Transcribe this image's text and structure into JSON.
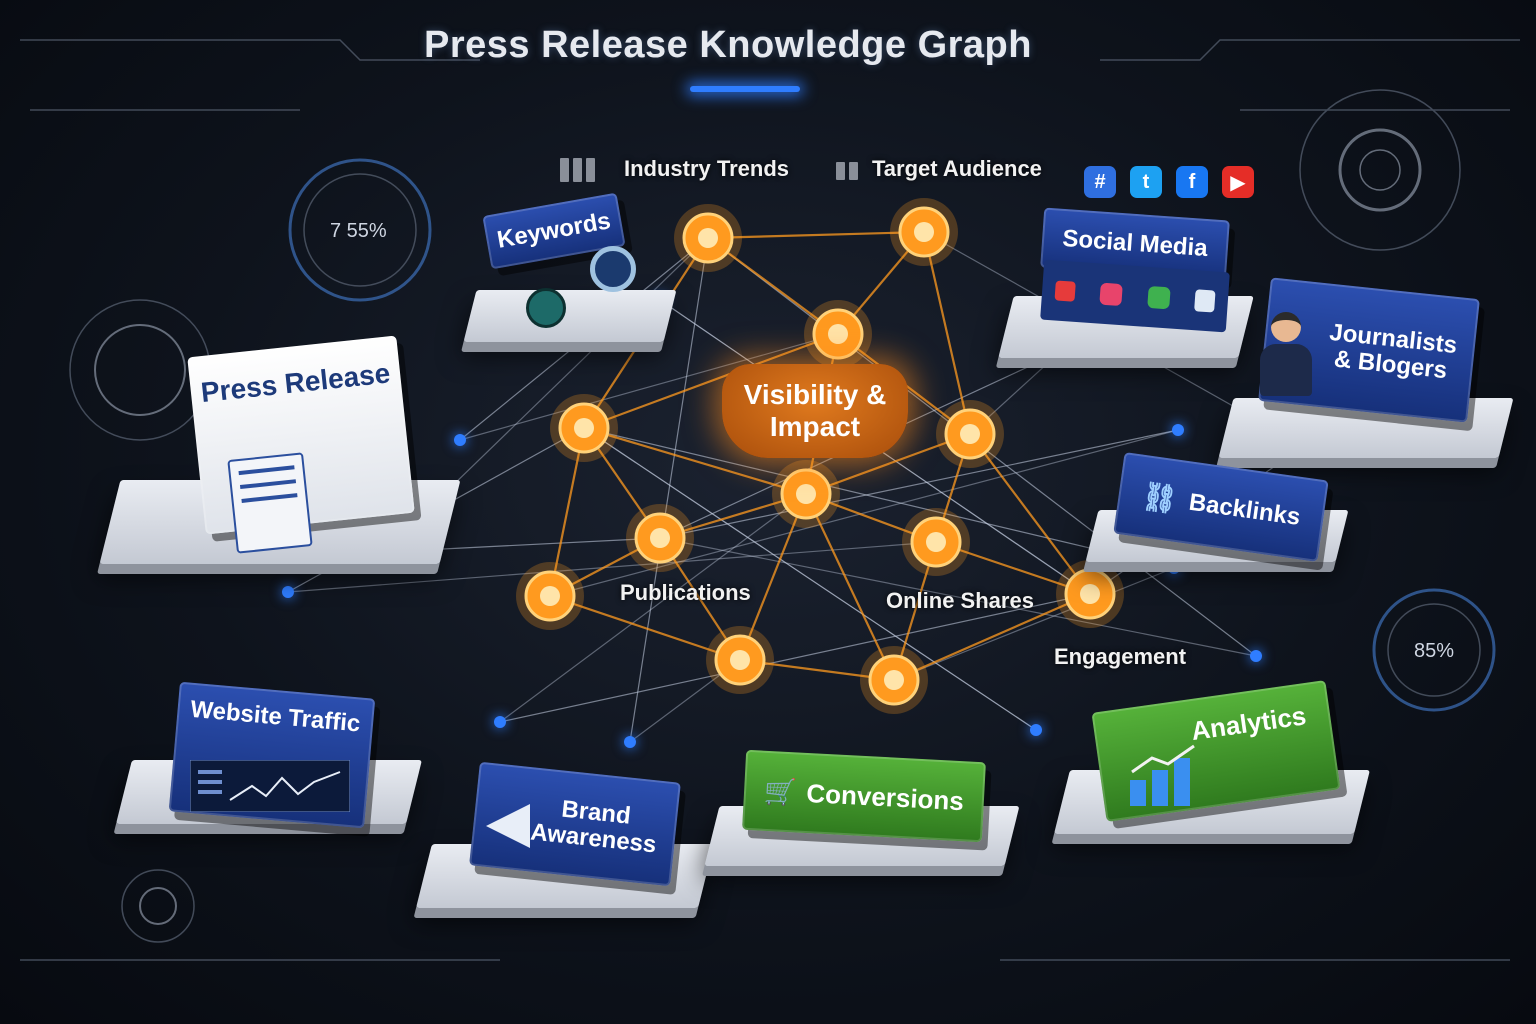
{
  "title": "Press Release Knowledge Graph",
  "colors": {
    "accent_blue": "#2f7dff",
    "node_orange": "#ff9a1f",
    "card_blue": "#1f3f9a",
    "card_green": "#3f9a2a",
    "platform": "#d4d8e0",
    "background": "#0e131c"
  },
  "labels": {
    "industry_trends": "Industry Trends",
    "target_audience": "Target Audience",
    "publications": "Publications",
    "online_shares": "Online Shares",
    "engagement": "Engagement"
  },
  "center": {
    "line1": "Visibility &",
    "line2": "Impact"
  },
  "cards": {
    "press_release": "Press Release",
    "keywords": "Keywords",
    "social_media": "Social Media",
    "journalists_line1": "Journalists",
    "journalists_line2": "& Blogers",
    "backlinks": "Backlinks",
    "website_traffic": "Website Traffic",
    "brand_line1": "Brand",
    "brand_line2": "Awareness",
    "conversions": "Conversions",
    "analytics": "Analytics"
  },
  "gauges": {
    "left": "7 55%",
    "right": "85%"
  },
  "icons": {
    "social": [
      "hashtag-icon",
      "twitter-icon",
      "facebook-icon",
      "youtube-icon"
    ],
    "social_glyphs": [
      "#",
      "t",
      "f",
      "▶"
    ],
    "social_colors": [
      "#2f6fe0",
      "#1da1f2",
      "#1877f2",
      "#e52d27"
    ]
  }
}
